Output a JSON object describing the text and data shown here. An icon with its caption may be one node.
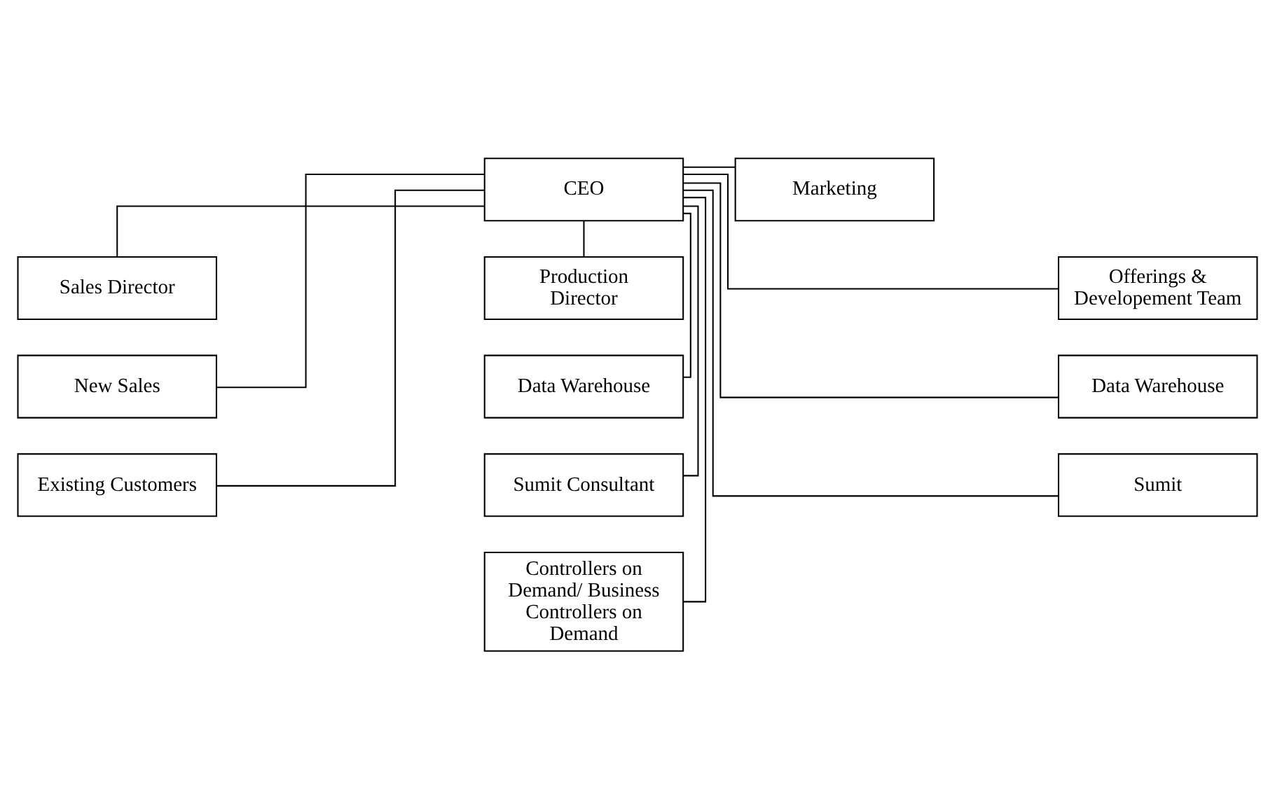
{
  "diagram": {
    "nodes": [
      {
        "text": [
          "CEO"
        ]
      },
      {
        "text": [
          "Marketing"
        ]
      },
      {
        "text": [
          "Sales Director"
        ]
      },
      {
        "text": [
          "New Sales"
        ]
      },
      {
        "text": [
          "Existing Customers"
        ]
      },
      {
        "text": [
          "Production Director"
        ]
      },
      {
        "text": [
          "Data Warehouse"
        ]
      },
      {
        "text": [
          "Sumit Consultant"
        ]
      },
      {
        "text": [
          "Controllers on Demand/ Business Controllers on Demand"
        ]
      },
      {
        "text": [
          "Offerings & Developement Team"
        ]
      },
      {
        "text": [
          "Data Warehouse"
        ]
      },
      {
        "text": [
          "Sumit"
        ]
      }
    ],
    "edges": [
      {
        "from": 0,
        "to": 1,
        "arrow": "none"
      },
      {
        "from": 0,
        "to": 2,
        "arrow": "none"
      },
      {
        "from": 0,
        "to": 3,
        "arrow": "none"
      },
      {
        "from": 0,
        "to": 4,
        "arrow": "none"
      },
      {
        "from": 0,
        "to": 5,
        "arrow": "none"
      },
      {
        "from": 0,
        "to": 6,
        "arrow": "none"
      },
      {
        "from": 0,
        "to": 7,
        "arrow": "none"
      },
      {
        "from": 0,
        "to": 8,
        "arrow": "none"
      },
      {
        "from": 0,
        "to": 9,
        "arrow": "none"
      },
      {
        "from": 0,
        "to": 10,
        "arrow": "none"
      },
      {
        "from": 0,
        "to": 11,
        "arrow": "none"
      }
    ]
  }
}
